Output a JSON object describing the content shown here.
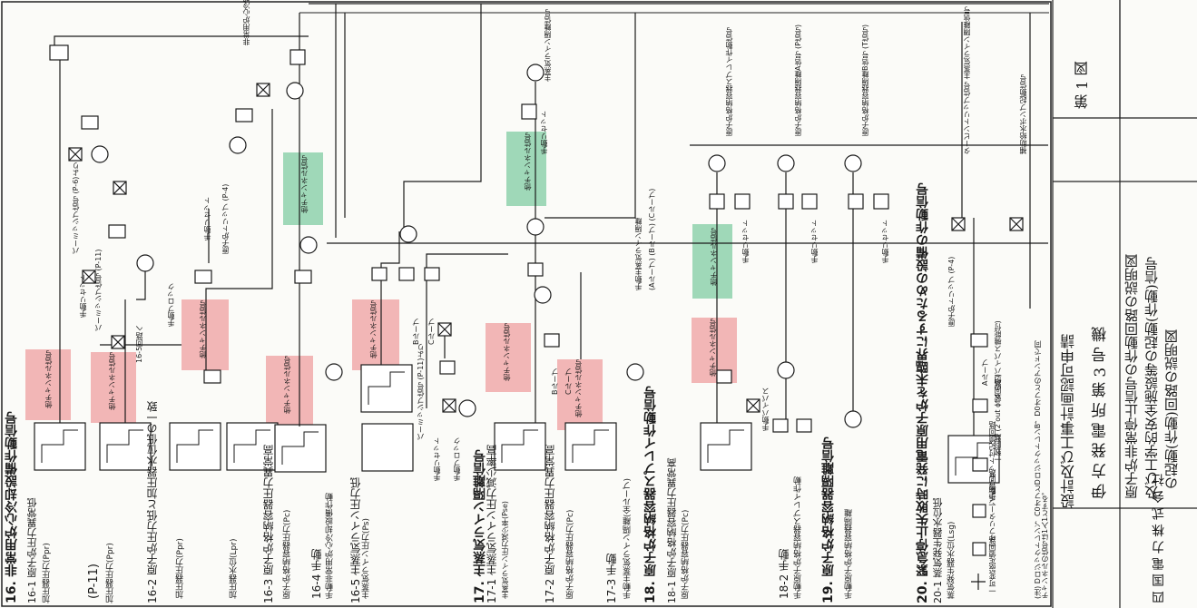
{
  "title_block": {
    "application": "設計及び工事計画認可申請",
    "figure_no": "第 1 図",
    "plant": "伊 方 発 電 所 第 3 号 機",
    "figure_title_1": "原子炉非常停止信号の作動回路の説明図",
    "figure_title_2": "及び工学的安全施設等の起動(作動)信号",
    "figure_title_3": "の起動(作動)回路の説明図",
    "company": "四 国 電 力 株 式 会 社"
  },
  "sections": [
    {
      "id": "16",
      "label": "16. 非常用炉心冷却設備作動信号"
    },
    {
      "id": "17",
      "label": "17. 主蒸気ライン隔離信号"
    },
    {
      "id": "18",
      "label": "18. 原子炉格納容器スプレイ作動信号"
    },
    {
      "id": "19",
      "label": "19. 原子炉格納容器隔離信号"
    },
    {
      "id": "20",
      "label": "20. 緊急停止失敗時に発電用原子炉を未臨界にするための設備の作動信号"
    }
  ],
  "subsections": [
    {
      "id": "16-1",
      "label": "16-1 原子炉圧力異常低",
      "signal": "加圧器圧力(Ppr)"
    },
    {
      "id": "16-1b",
      "label": "(P-11)",
      "signal": "加圧器圧力(Ppr)"
    },
    {
      "id": "16-2",
      "label": "16-2 原子炉圧力低と加圧器水位低の一致",
      "signal": "加圧器圧力(Ppr)",
      "signal2": "加圧器水位(Lpr)"
    },
    {
      "id": "16-3",
      "label": "16-3 原子炉格納容器圧力異常高",
      "signal": "原子炉格納容器圧力(Pc)"
    },
    {
      "id": "16-4",
      "label": "16-4 手動",
      "signal": "手動非常用炉心冷却設備作動"
    },
    {
      "id": "16-5",
      "label": "16-5 主蒸気ライン圧力低",
      "signal": "主蒸気ライン圧力(Ps)"
    },
    {
      "id": "17-1",
      "label": "17-1 主蒸気ライン圧力減少率高",
      "signal": "主蒸気ライン圧力減少率(Pse)"
    },
    {
      "id": "17-2",
      "label": "17-2 原子炉格納容器圧力異常高",
      "signal": "原子炉格納容器圧力(Pc)"
    },
    {
      "id": "17-3",
      "label": "17-3 手動",
      "signal": "手動主蒸気ライン隔離(全ループ)"
    },
    {
      "id": "18-1",
      "label": "18-1 原子炉格納容器圧力異常高",
      "signal": "原子炉格納容器圧力(Pc)"
    },
    {
      "id": "18-2",
      "label": "18-2 手動",
      "signal": "手動原子炉格納容器スプレイ作動"
    },
    {
      "id": "19",
      "label": "手動原子炉格納容器隔離"
    },
    {
      "id": "20-1",
      "label": "20-1 蒸気発生器水位低",
      "signal": "蒸気発生器水位(Lsg)"
    }
  ],
  "labels": {
    "other_channel": "他チャンネル信号",
    "manual_reset": "手動リセット",
    "manual_block": "手動ブロック",
    "permissive_p11": "パーミッシブ信号 (P-11)",
    "permissive_p6": "パーミッシブ信号 (P-6)より",
    "from_p11": "パーミッシブ信号 (P-11)より",
    "to_16_5": "16-5回路へ",
    "reactor_trip_p4": "原子炉トリップ (P-4)",
    "loop_b": "Bループ",
    "loop_c": "Cループ",
    "loop_a": "Aループ",
    "ms_isolation": "主蒸気ライン隔離信号",
    "cv_spray": "原子炉格納容器スプレイ作動信号",
    "cv_isolation_p": "原子炉格納容器隔離A信号 (P信号)",
    "cv_isolation_t": "原子炉格納容器隔離B信号 (T信号)",
    "turbine_trip": "タービントリップ信号 主蒸気ライン隔離信号",
    "aux_feed": "補助給水ポンプ起動信号",
    "manual_bypass": "手動バイパス",
    "eccs_signal": "非常用炉心冷却設備作動信号",
    "loops": "(Aループ) (Bループ) (Cループ)",
    "manual_ms_all": "手動主蒸気ライン隔離"
  },
  "legend": [
    {
      "label": "一可変設定値回路"
    },
    {
      "label": "一オフリターン記憶回路"
    },
    {
      "label": "一手動リセット付記憶回路"
    },
    {
      "label": "一致回路 (2 out of 4 の例)"
    },
    {
      "label": "一致回路 (バイパス機能付)"
    }
  ],
  "note": "(注) Dロジックトレンﾝ，C0オフとDロジックトレンB，D0オフとのアンドで同チャンネルの信号は1入1とする。",
  "colors": {
    "pink": "#f2b6b6",
    "green": "#9fd8b8",
    "line": "#1a1a1a"
  }
}
